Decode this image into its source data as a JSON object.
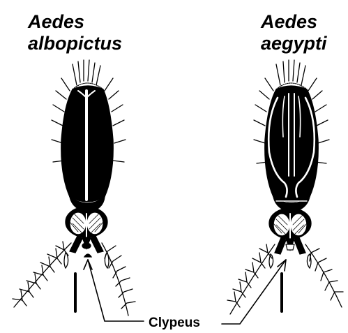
{
  "species": [
    {
      "genus": "Aedes",
      "epithet": "albopictus"
    },
    {
      "genus": "Aedes",
      "epithet": "aegypti"
    }
  ],
  "annotation": {
    "label": "Clypeus"
  },
  "colors": {
    "ink": "#000000",
    "paper": "#ffffff"
  }
}
